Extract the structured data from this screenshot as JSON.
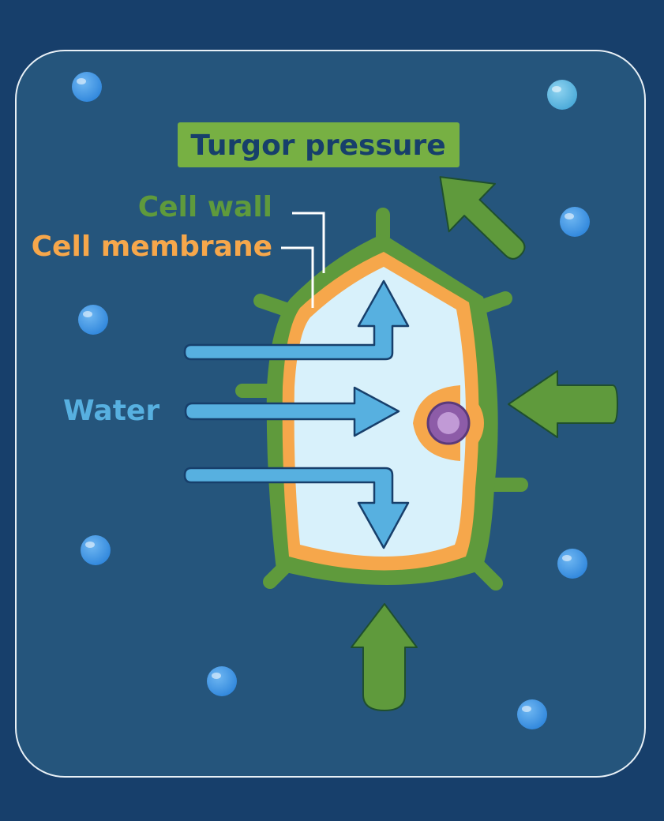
{
  "title": "Turgor pressure",
  "labels": {
    "cell_wall": "Cell wall",
    "cell_membrane": "Cell membrane",
    "water": "Water"
  },
  "colors": {
    "background": "#173f6b",
    "panel": "#25557c",
    "cell_wall": "#5f9a3c",
    "cell_membrane": "#f6a74b",
    "cytoplasm": "#d8f1fb",
    "water_arrow": "#57b0e0",
    "nucleus": "#8d5ca8",
    "title_bg": "#77b043",
    "title_text": "#173f6b",
    "water_droplet": "#3b95e5"
  }
}
